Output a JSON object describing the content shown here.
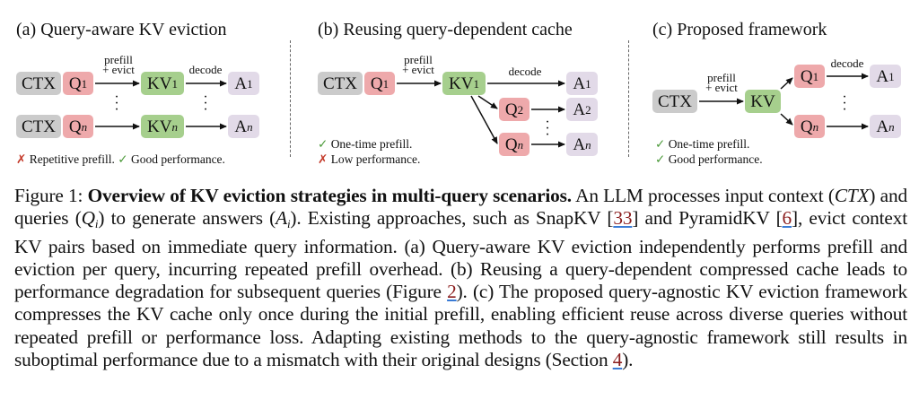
{
  "figure": {
    "panels": [
      {
        "id": "a",
        "title": "(a) Query-aware KV eviction",
        "nodes": {
          "ctx": "CTX",
          "q1": "Q",
          "q1_sub": "1",
          "qn": "Q",
          "qn_sub": "n",
          "kv1": "KV",
          "kv1_sub": "1",
          "kvn": "KV",
          "kvn_sub": "n",
          "a1": "A",
          "a1_sub": "1",
          "an": "A",
          "an_sub": "n"
        },
        "edge_labels": {
          "prefill": "prefill",
          "evict": "+ evict",
          "decode": "decode"
        },
        "notes": [
          {
            "mark": "✗",
            "status": "bad",
            "text": "Repetitive prefill."
          },
          {
            "mark": "✓",
            "status": "good",
            "text": "Good performance."
          }
        ]
      },
      {
        "id": "b",
        "title": "(b) Reusing query-dependent cache",
        "nodes": {
          "ctx": "CTX",
          "q1": "Q",
          "q1_sub": "1",
          "kv1": "KV",
          "kv1_sub": "1",
          "q2": "Q",
          "q2_sub": "2",
          "qn": "Q",
          "qn_sub": "n",
          "a1": "A",
          "a1_sub": "1",
          "a2": "A",
          "a2_sub": "2",
          "an": "A",
          "an_sub": "n"
        },
        "edge_labels": {
          "prefill": "prefill",
          "evict": "+ evict",
          "decode": "decode"
        },
        "notes": [
          {
            "mark": "✓",
            "status": "good",
            "text": "One-time prefill."
          },
          {
            "mark": "✗",
            "status": "bad",
            "text": "Low performance."
          }
        ]
      },
      {
        "id": "c",
        "title": "(c) Proposed framework",
        "nodes": {
          "ctx": "CTX",
          "kv": "KV",
          "q1": "Q",
          "q1_sub": "1",
          "qn": "Q",
          "qn_sub": "n",
          "a1": "A",
          "a1_sub": "1",
          "an": "A",
          "an_sub": "n"
        },
        "edge_labels": {
          "prefill": "prefill",
          "evict": "+ evict",
          "decode": "decode"
        },
        "notes": [
          {
            "mark": "✓",
            "status": "good",
            "text": "One-time prefill."
          },
          {
            "mark": "✓",
            "status": "good",
            "text": "Good performance."
          }
        ]
      }
    ],
    "colors": {
      "ctx": "#cbcbcb",
      "query": "#eea9ab",
      "kv": "#a6cf8d",
      "answer": "#e2dae8",
      "check": "#4c9a3a",
      "cross": "#c43a2a",
      "ref": "#8a1c1c"
    }
  },
  "caption": {
    "label": "Figure 1:",
    "bold_title": "Overview of KV eviction strategies in multi-query scenarios.",
    "t1": "An LLM processes input context (",
    "ctx_i": "CTX",
    "t2": ") and queries (",
    "q_i": "Q",
    "q_sub": "i",
    "t3": ") to generate answers (",
    "a_i": "A",
    "a_sub": "i",
    "t4": "). Existing approaches, such as SnapKV [",
    "ref1": "33",
    "t5": "] and PyramidKV [",
    "ref2": "6",
    "t6": "], evict context KV pairs based on immediate query information. (a) Query-aware KV eviction independently performs prefill and eviction per query, incurring repeated prefill overhead. (b) Reusing a query-dependent compressed cache leads to performance degradation for subsequent queries (Figure ",
    "ref3": "2",
    "t7": "). (c) The proposed query-agnostic KV eviction framework compresses the KV cache only once during the initial prefill, enabling efficient reuse across diverse queries without repeated prefill or performance loss. Adapting existing methods to the query-agnostic framework still results in suboptimal performance due to a mismatch with their original designs (Section ",
    "ref4": "4",
    "t8": ")."
  }
}
